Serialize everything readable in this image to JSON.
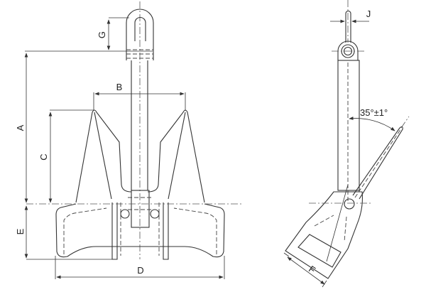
{
  "labels": {
    "A": "A",
    "B": "B",
    "C": "C",
    "D": "D",
    "E": "E",
    "F": "F",
    "G": "G",
    "J": "J",
    "angle": "35°±1°"
  },
  "colors": {
    "line": "#333333",
    "background": "#ffffff"
  }
}
